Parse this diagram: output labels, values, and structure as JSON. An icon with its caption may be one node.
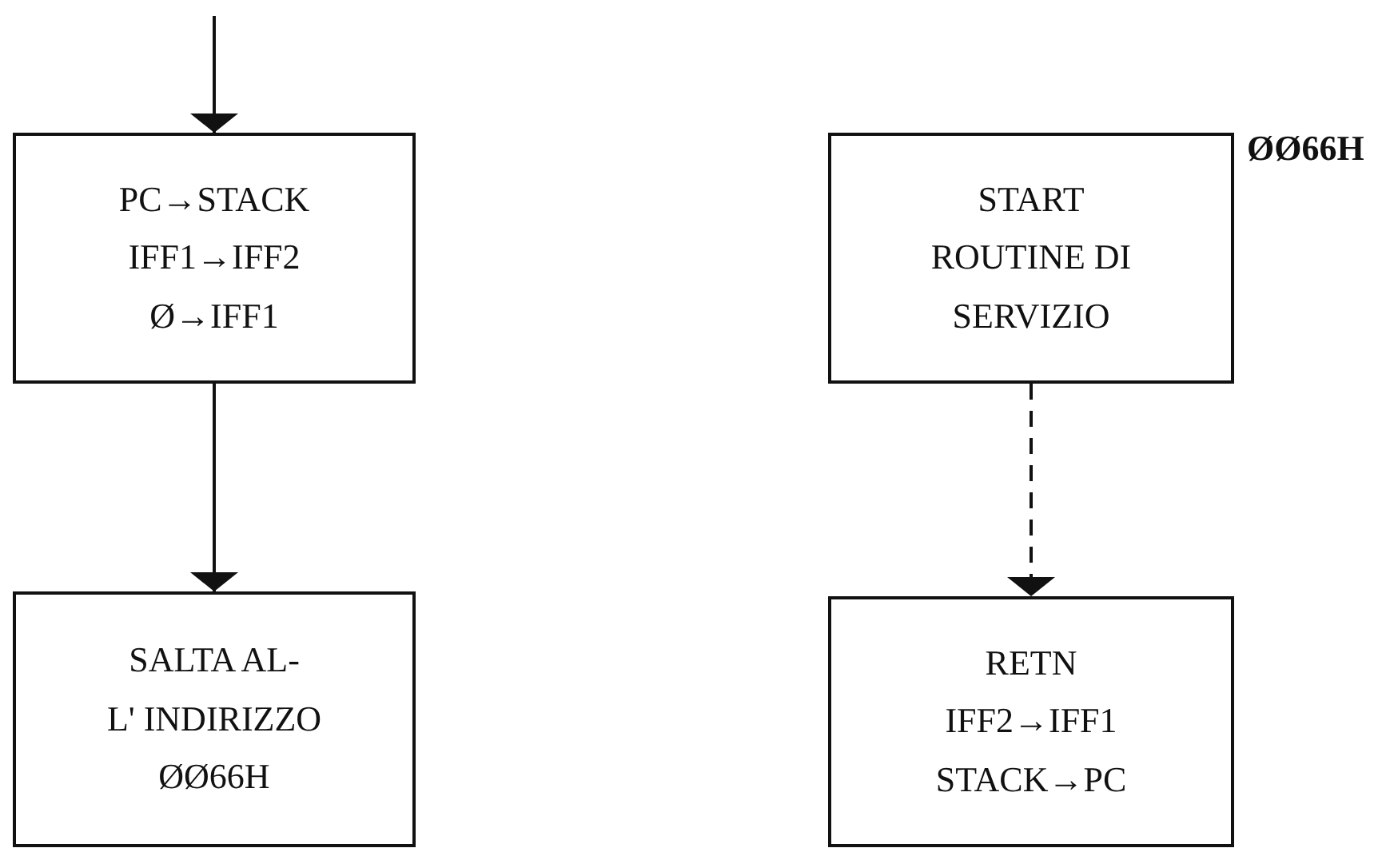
{
  "diagram": {
    "nodes": [
      {
        "text": [
          "PC→STACK",
          "IFF1→IFF2",
          "Ø→IFF1"
        ]
      },
      {
        "text": [
          "SALTA AL-",
          "L' INDIRIZZO",
          "ØØ66H"
        ]
      },
      {
        "text": [
          "START",
          "ROUTINE DI",
          "SERVIZIO"
        ],
        "beside": [
          "ØØ66H"
        ]
      },
      {
        "text": [
          "RETN",
          "IFF2→IFF1",
          "STACK→PC"
        ]
      }
    ],
    "edges": [
      {
        "from": null,
        "to": 0,
        "arrow": "to"
      },
      {
        "from": 0,
        "to": 1,
        "arrow": "to"
      },
      {
        "from": 2,
        "to": 3,
        "arrow": "to",
        "style": "dashed"
      }
    ]
  }
}
